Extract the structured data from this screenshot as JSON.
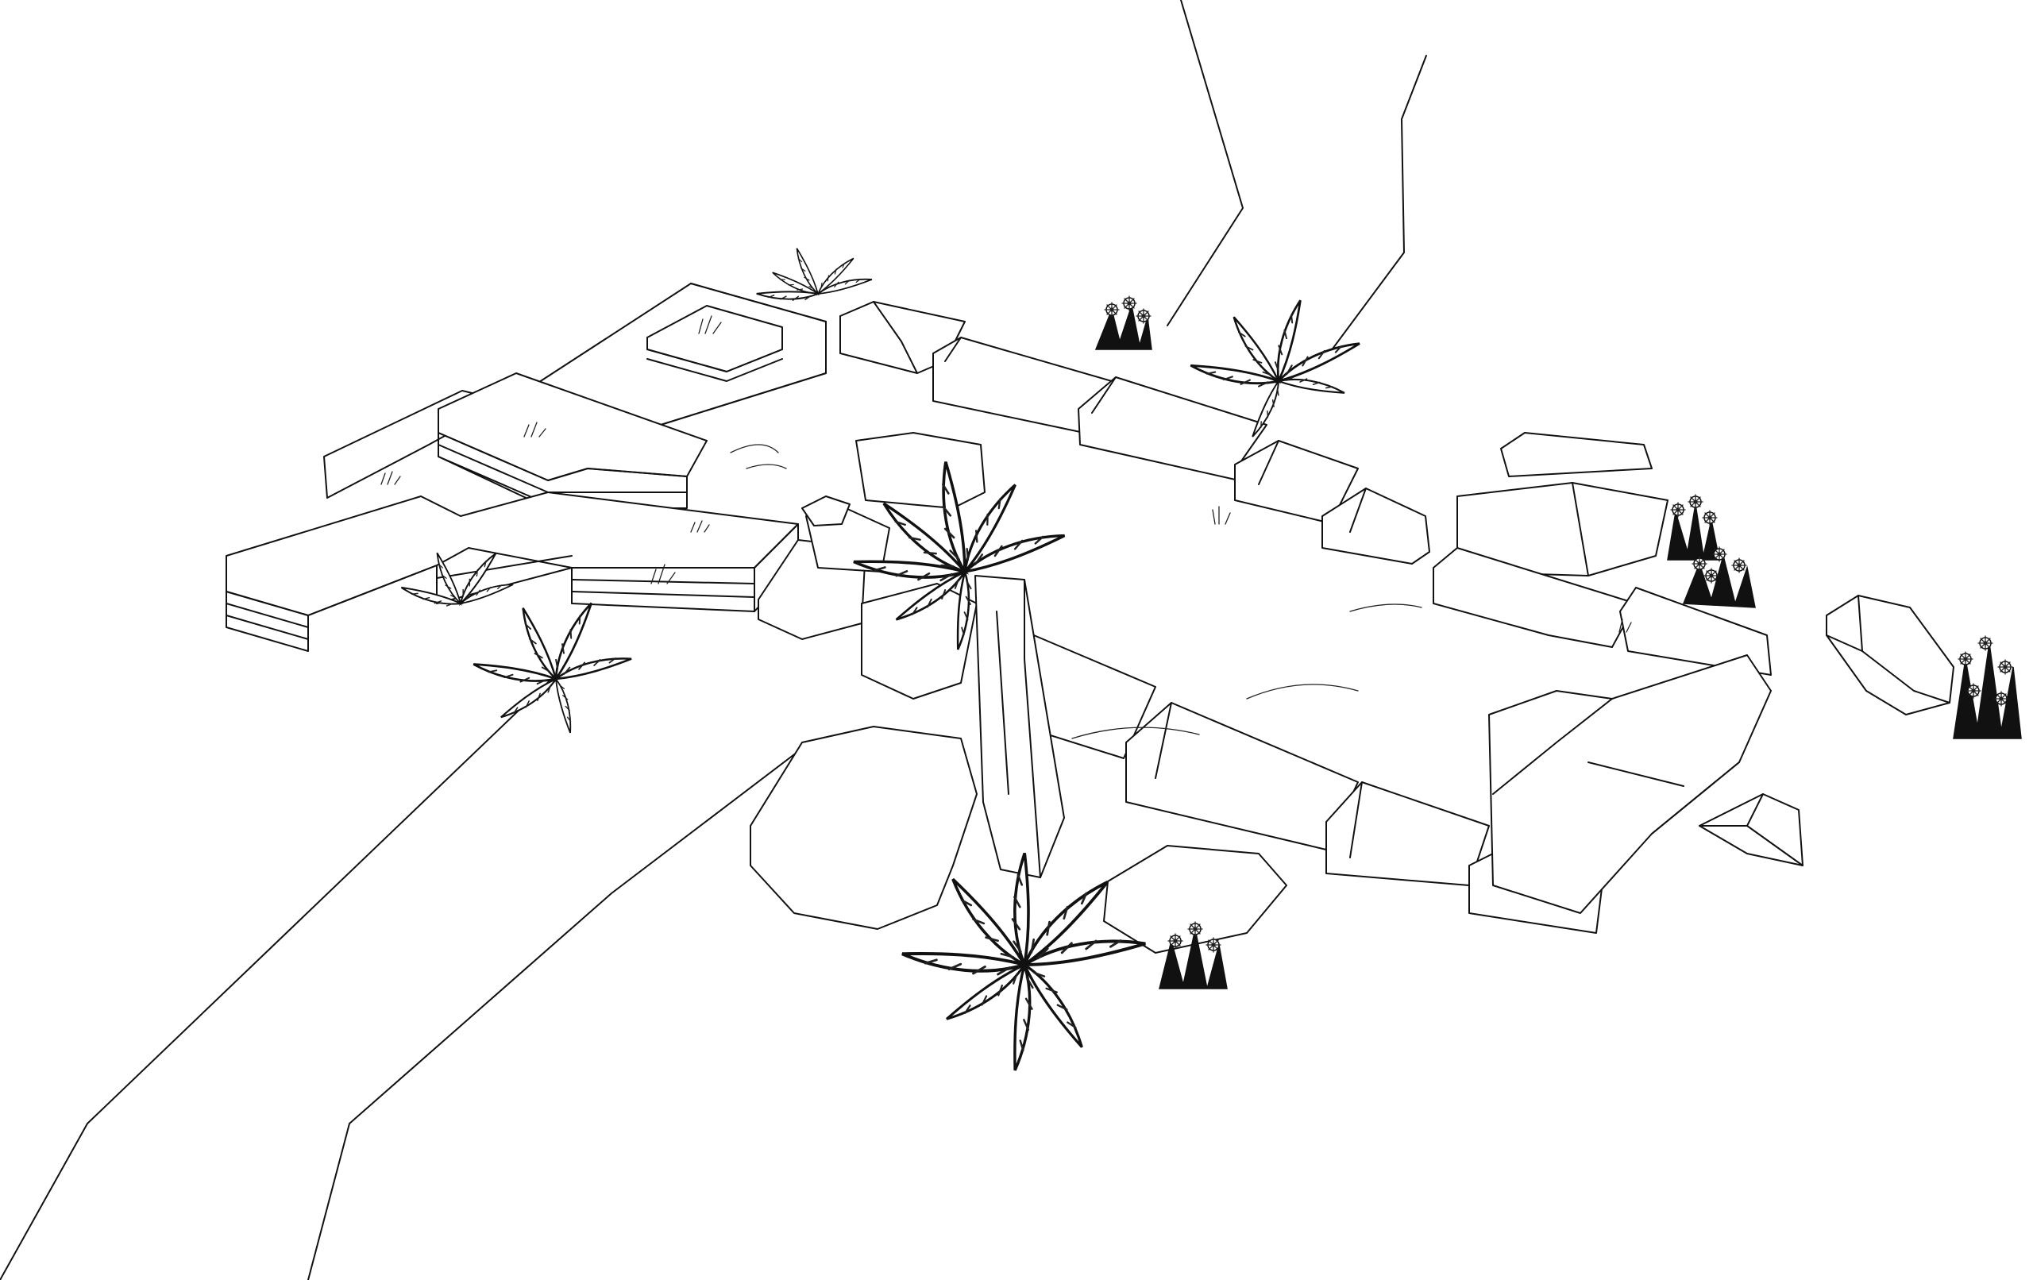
{
  "canvas": {
    "background": "#ffffff",
    "line_color": "#111111"
  },
  "scene": {
    "paths": [
      "path-upper-left-edge",
      "path-upper-right-edge",
      "path-lower-left-edge",
      "path-lower-right-edge"
    ],
    "terrace": {
      "tiers": [
        "terrace-tier-upper",
        "terrace-tier-middle",
        "terrace-tier-lower",
        "terrace-step-small"
      ]
    },
    "stone_blocks": [
      "block-top-1",
      "block-top-2",
      "block-top-3",
      "block-top-4",
      "block-top-5",
      "block-top-6",
      "block-right-1",
      "block-right-2",
      "block-right-3",
      "block-bottom-1",
      "block-bottom-2",
      "block-bottom-3",
      "block-bottom-4",
      "block-left-1",
      "block-left-2",
      "block-inner-1",
      "block-inner-2"
    ],
    "standing_pillar": "standing-stone-pillar",
    "loose_rocks": [
      "loose-rock-far-right",
      "loose-rock-small-shard",
      "loose-rock-pebble"
    ],
    "flat_slabs": [
      "flat-slab-large",
      "flat-slab-small"
    ],
    "plants": {
      "ferns": [
        "fern-top-left",
        "fern-top-right",
        "fern-center",
        "fern-terrace-base-1",
        "fern-terrace-base-2",
        "fern-bottom"
      ],
      "flower_clumps": [
        "flower-clump-top",
        "flower-clump-right-1",
        "flower-clump-right-2",
        "flower-clump-far-right",
        "flower-clump-bottom"
      ]
    },
    "grass_tufts": [
      "grass-tuft-1",
      "grass-tuft-2",
      "grass-tuft-3",
      "grass-tuft-4",
      "grass-tuft-5",
      "grass-tuft-6",
      "grass-tuft-7",
      "grass-tuft-8"
    ]
  }
}
